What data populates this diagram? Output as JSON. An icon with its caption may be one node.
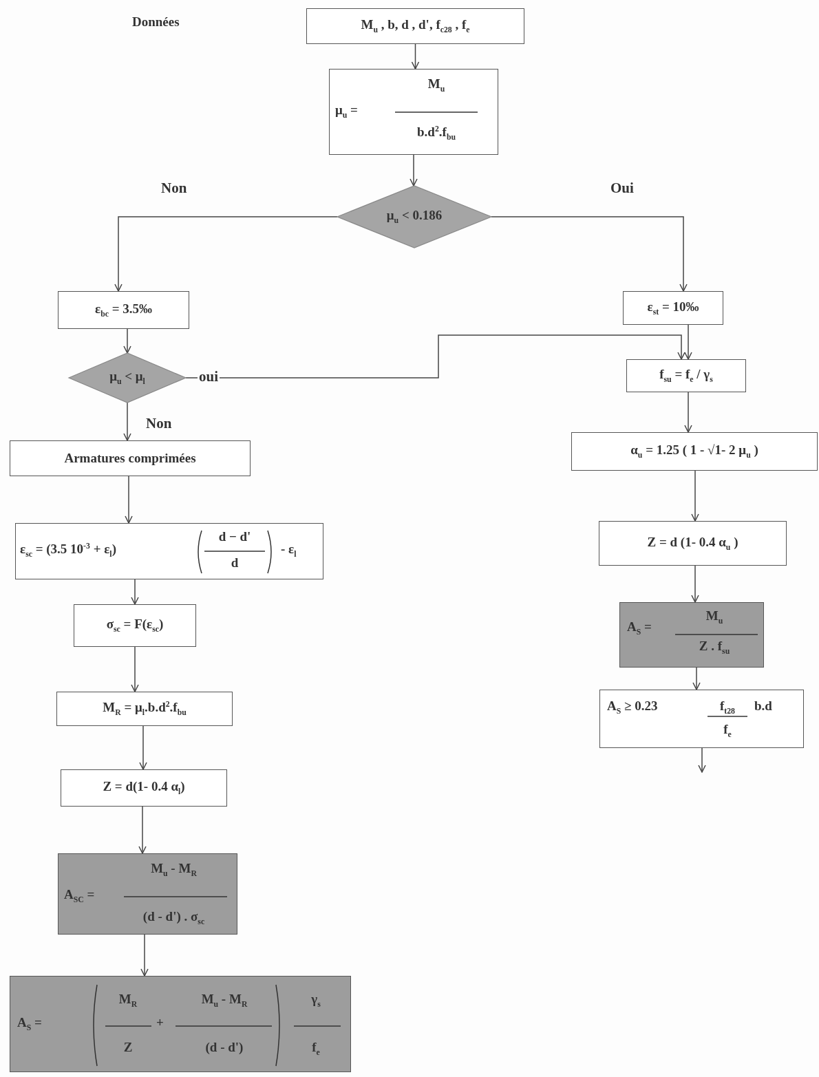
{
  "diagram": {
    "nodes": [
      {
        "text": [
          "M$_{u}$ , b, d , d', f$_{c28}$ , f$_{e}$"
        ]
      },
      {
        "text": [
          "μ$_{u}$ =",
          "M$_{u}$",
          "b.d$^{2}$.f$_{bu}$"
        ]
      },
      {
        "text": [
          "μ$_{u}$ < 0.186"
        ]
      },
      {
        "text": [
          "ε$_{bc}$ = 3.5‰"
        ]
      },
      {
        "text": [
          "μ$_{u}$ < μ$_{l}$"
        ]
      },
      {
        "text": [
          "Armatures comprimées"
        ]
      },
      {
        "text": [
          "ε$_{sc}$ = (3.5 10$^{-3}$ + ε$_{l}$)",
          "d − d'",
          "d",
          "- ε$_{l}$"
        ]
      },
      {
        "text": [
          "σ$_{sc}$ = F(ε$_{sc}$)"
        ]
      },
      {
        "text": [
          "M$_{R}$ = μ$_{l}$.b.d$^{2}$.f$_{bu}$"
        ]
      },
      {
        "text": [
          "Z = d(1- 0.4 α$_{l}$)"
        ]
      },
      {
        "text": [
          "A$_{SC}$ =",
          "M$_{u}$ - M$_{R}$",
          "(d - d') . σ$_{sc}$"
        ]
      },
      {
        "text": [
          "A$_{S}$ =",
          "M$_{R}$",
          "Z",
          "+",
          "M$_{u}$ - M$_{R}$",
          "(d - d')",
          "γ$_{s}$",
          "f$_{e}$"
        ]
      },
      {
        "text": [
          "ε$_{st}$ = 10‰"
        ]
      },
      {
        "text": [
          "f$_{su}$ = f$_{e}$ / γ$_{s}$"
        ]
      },
      {
        "text": [
          "α$_{u}$ = 1.25 ( 1 - √1- 2 μ$_{u}$ )"
        ]
      },
      {
        "text": [
          "Z = d (1- 0.4 α$_{u}$ )"
        ]
      },
      {
        "text": [
          "A$_{S}$ =",
          "M$_{u}$",
          "Z . f$_{su}$"
        ]
      },
      {
        "text": [
          "A$_{S}$ ≥ 0.23",
          "f$_{t28}$",
          "f$_{e}$",
          "b.d"
        ]
      }
    ],
    "edges": [
      {
        "from": 0,
        "to": 1,
        "arrow": "to"
      },
      {
        "from": 1,
        "to": 2,
        "arrow": "to"
      },
      {
        "from": 2,
        "to": 3,
        "arrow": "to",
        "label": "Non"
      },
      {
        "from": 2,
        "to": 12,
        "arrow": "to",
        "label": "Oui"
      },
      {
        "from": 3,
        "to": 4,
        "arrow": "to"
      },
      {
        "from": 4,
        "to": 13,
        "arrow": "to",
        "label": "oui"
      },
      {
        "from": 4,
        "to": 5,
        "arrow": "to",
        "label": "Non"
      },
      {
        "from": 5,
        "to": 6,
        "arrow": "to"
      },
      {
        "from": 6,
        "to": 7,
        "arrow": "to"
      },
      {
        "from": 7,
        "to": 8,
        "arrow": "to"
      },
      {
        "from": 8,
        "to": 9,
        "arrow": "to"
      },
      {
        "from": 9,
        "to": 10,
        "arrow": "to"
      },
      {
        "from": 10,
        "to": 11,
        "arrow": "to"
      },
      {
        "from": 12,
        "to": 13,
        "arrow": "to"
      },
      {
        "from": 13,
        "to": 14,
        "arrow": "to"
      },
      {
        "from": 14,
        "to": 15,
        "arrow": "to"
      },
      {
        "from": 15,
        "to": 16,
        "arrow": "to"
      },
      {
        "from": 16,
        "to": 17,
        "arrow": "to"
      },
      {
        "from": 17,
        "to": null,
        "arrow": "to"
      }
    ],
    "labels": [
      "Données"
    ]
  }
}
